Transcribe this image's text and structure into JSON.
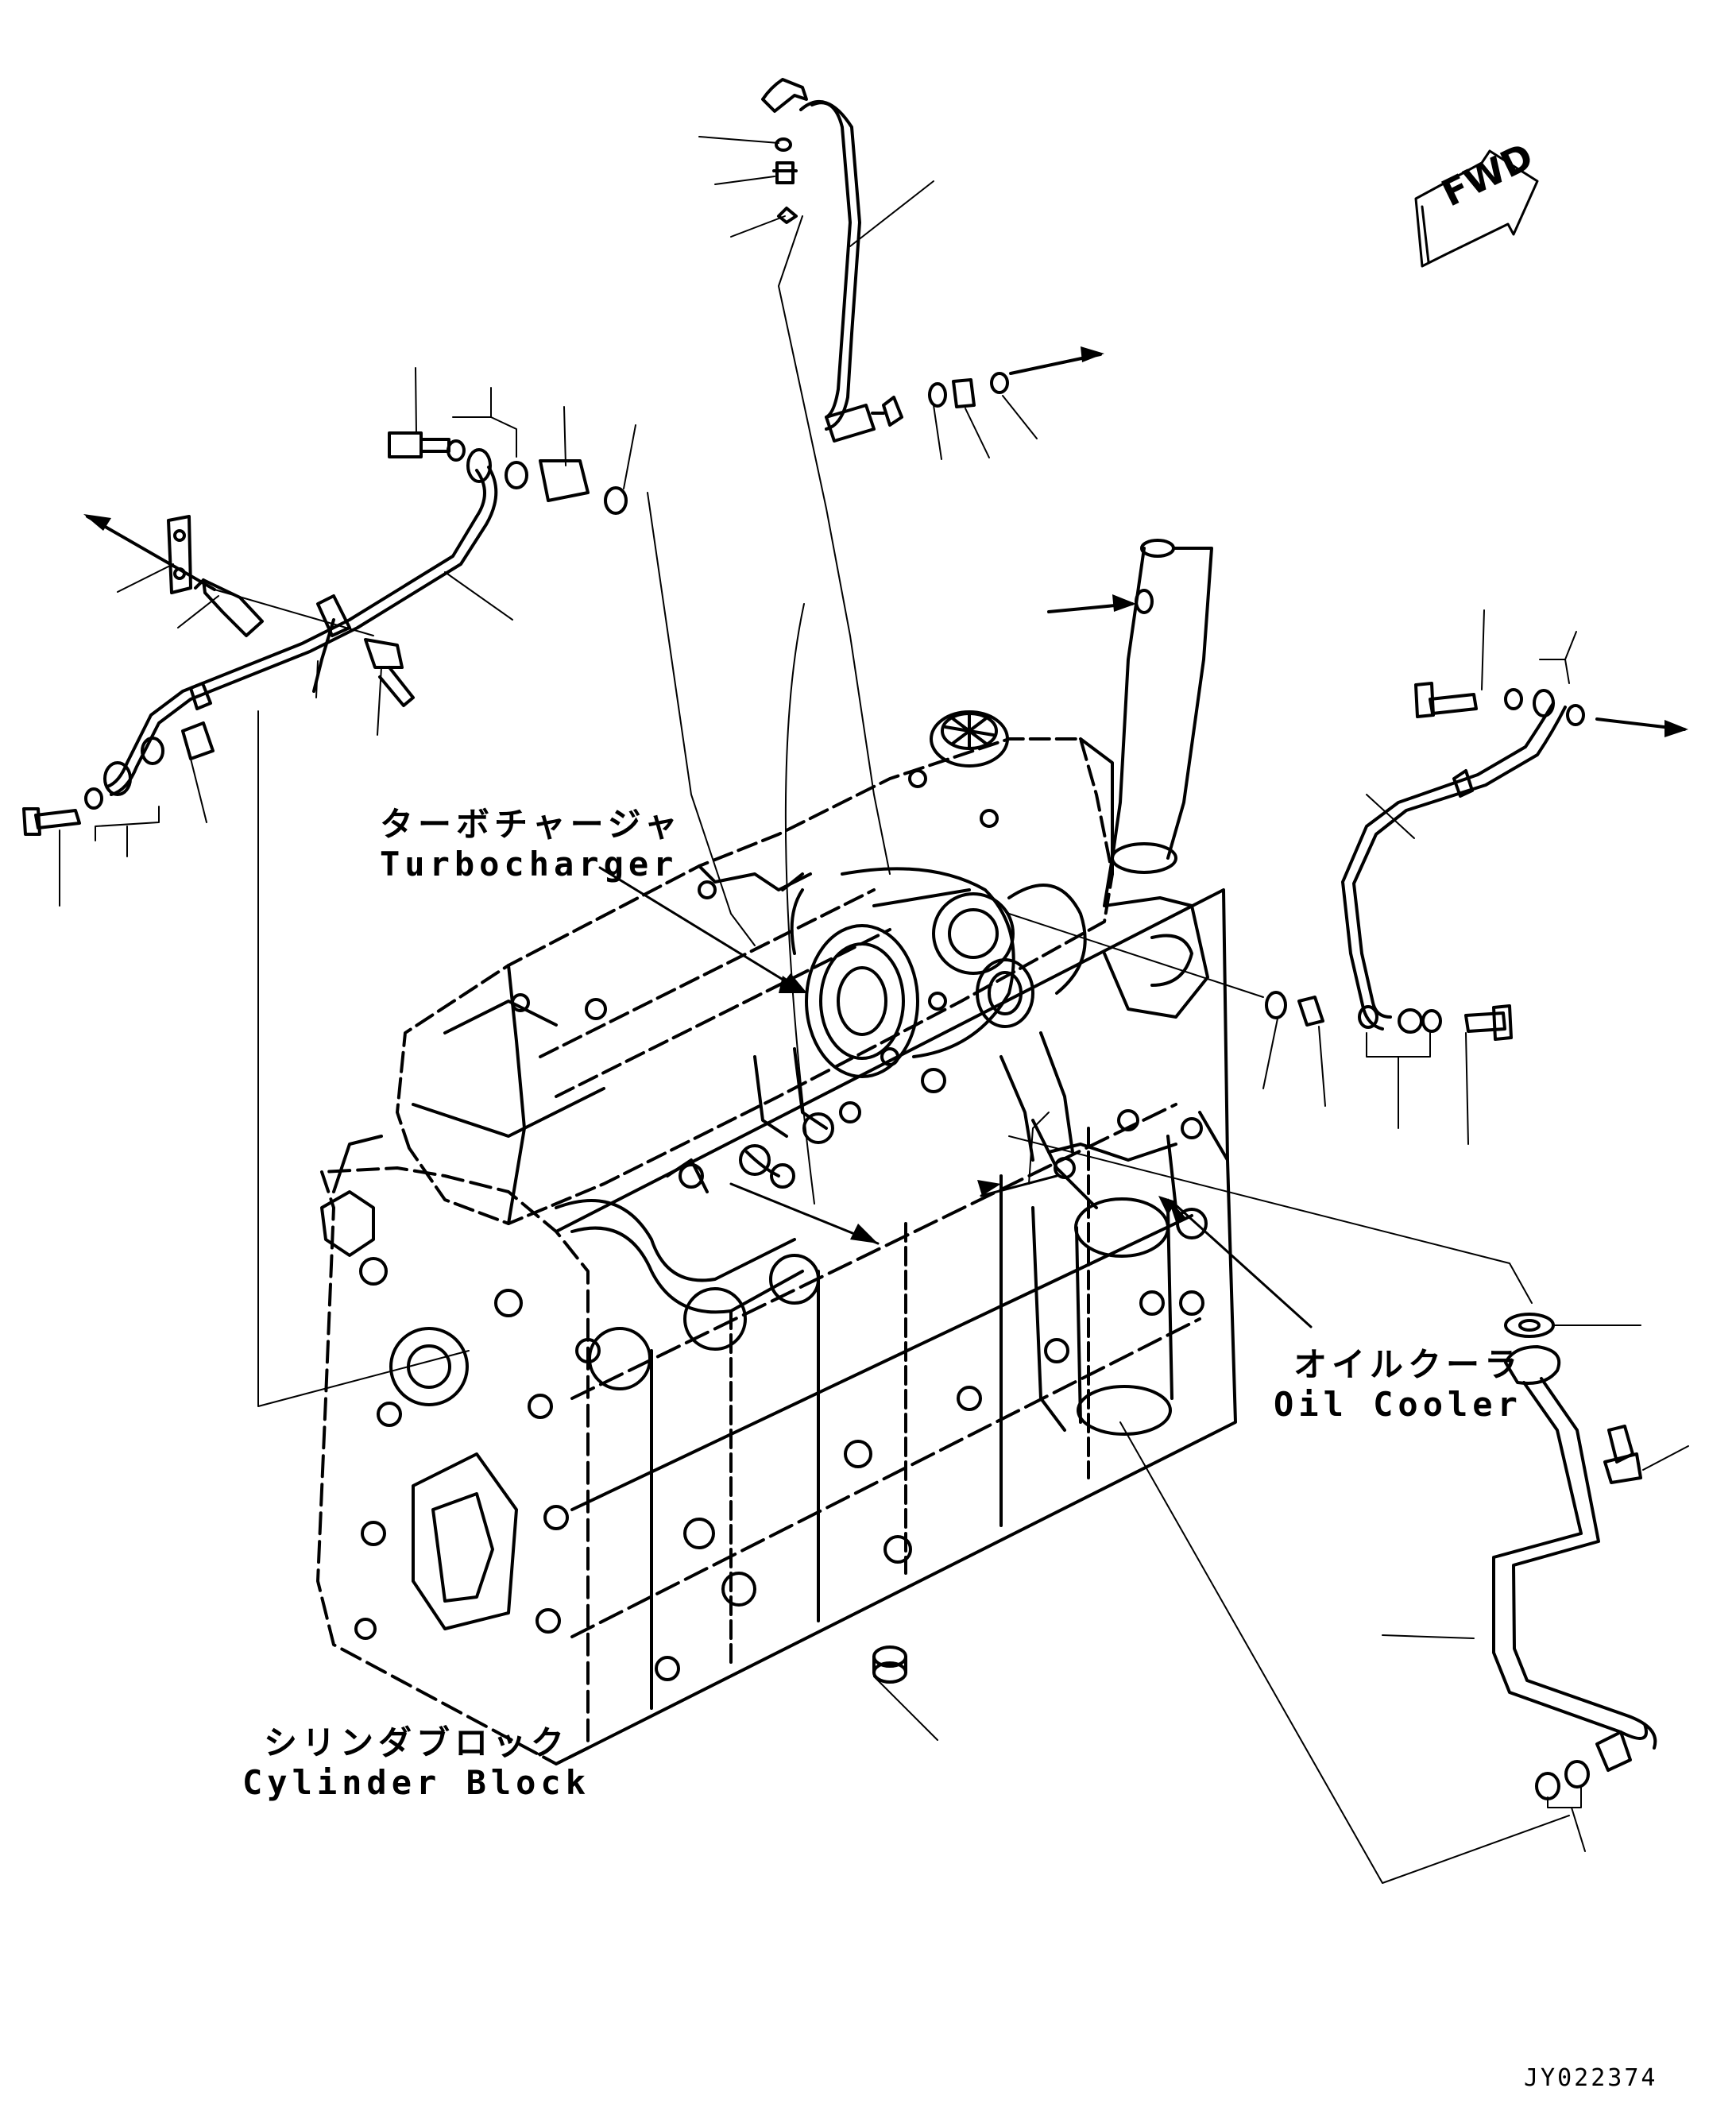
{
  "labels": {
    "turbocharger_jp": "ターボチャージャ",
    "turbocharger_en": "Turbocharger",
    "oil_cooler_jp": "オイルクーラ",
    "oil_cooler_en": "Oil Cooler",
    "cylinder_block_jp": "シリンダブロック",
    "cylinder_block_en": "Cylinder Block",
    "drawing_number": "JY022374"
  },
  "orientation": {
    "arrow_text": "FWD"
  }
}
